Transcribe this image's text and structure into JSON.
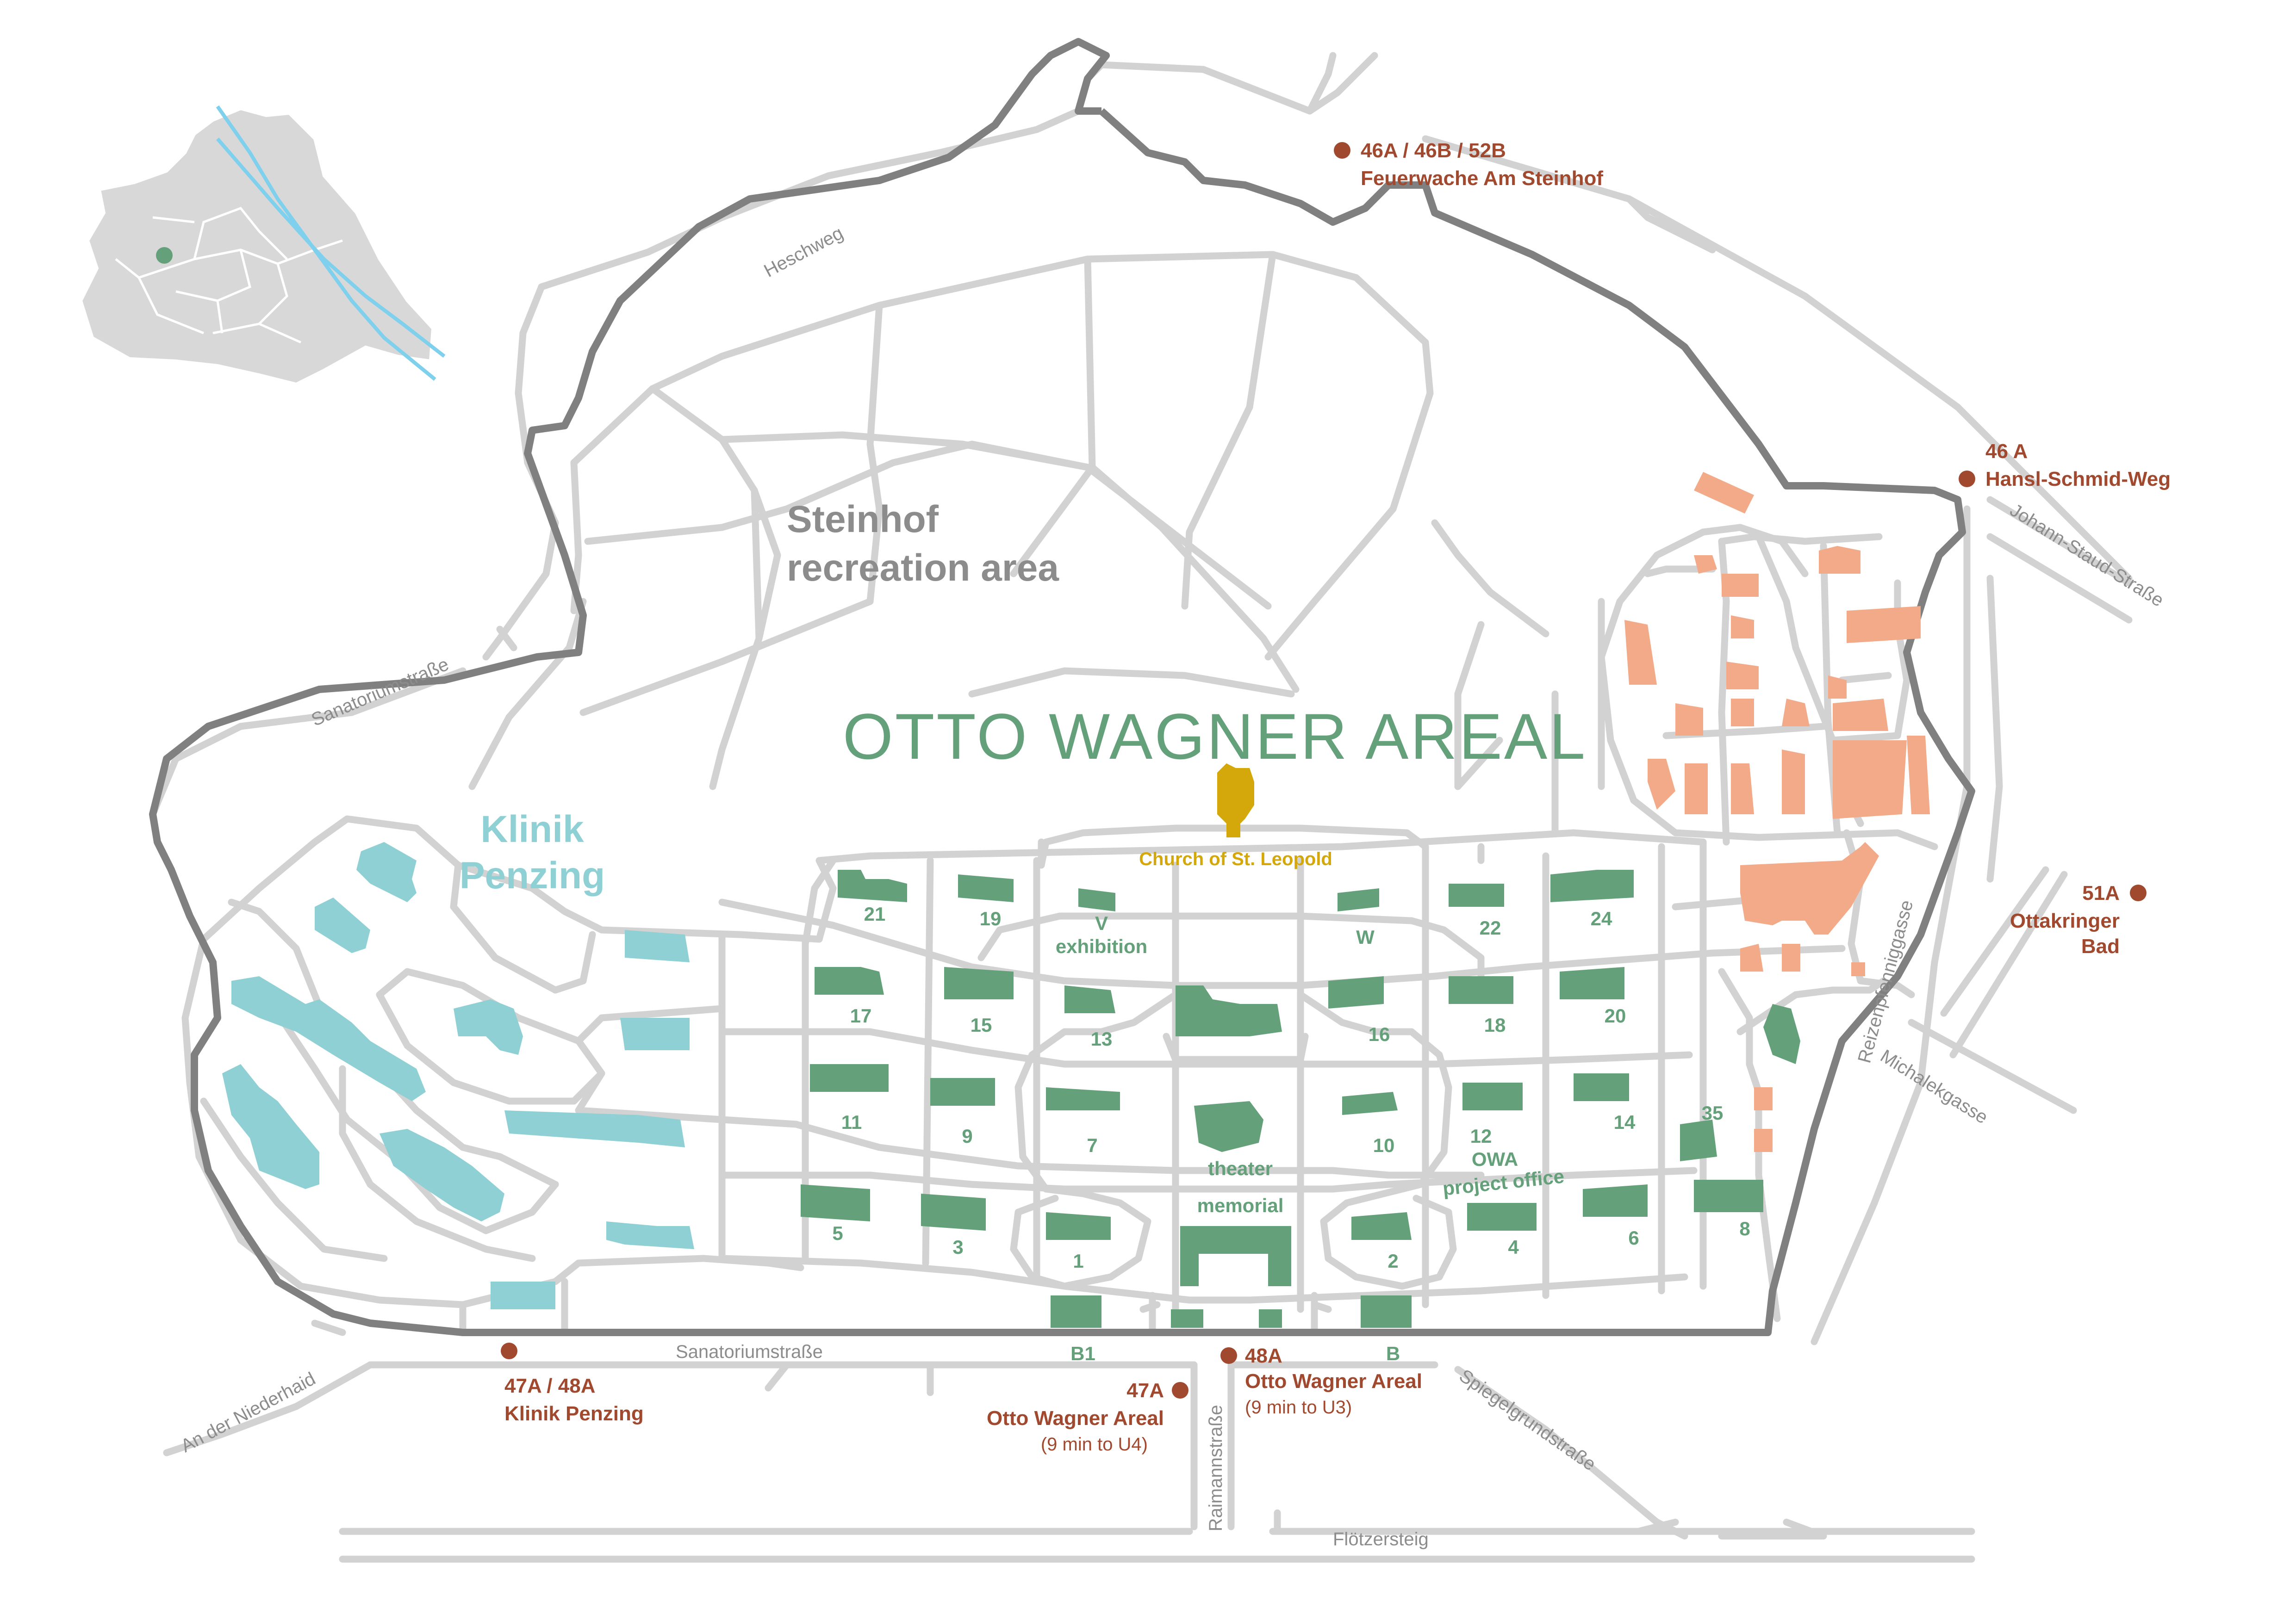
{
  "colors": {
    "pavilion": "#64a07a",
    "clinic": "#8ed0d3",
    "other_buildings": "#f2aa88",
    "church": "#d4a80a",
    "bus_stop": "#a0492f",
    "boundary": "#808080",
    "paths": "#d2d2d2",
    "labels": "#8c8c8c"
  },
  "titles": {
    "main": "OTTO WAGNER AREAL",
    "recreation_line1": "Steinhof",
    "recreation_line2": "recreation area",
    "clinic_line1": "Klinik",
    "clinic_line2": "Penzing",
    "church": "Church of St. Leopold"
  },
  "pavilions": {
    "p21": "21",
    "p19": "19",
    "pV": "V",
    "pExhibition": "exhibition",
    "pW": "W",
    "p22": "22",
    "p24": "24",
    "p17": "17",
    "p15": "15",
    "p13": "13",
    "p16": "16",
    "p18": "18",
    "p20": "20",
    "p11": "11",
    "p9": "9",
    "p7": "7",
    "p10": "10",
    "p12": "12",
    "p14": "14",
    "p35": "35",
    "theater": "theater",
    "memorial": "memorial",
    "owa1": "OWA",
    "owa2": "project office",
    "p5": "5",
    "p3": "3",
    "p1": "1",
    "p2": "2",
    "p4": "4",
    "p6": "6",
    "p8": "8",
    "b1": "B1",
    "b": "B"
  },
  "streets": {
    "heschweg": "Heschweg",
    "sanatorium_upper": "Sanatoriumstraße",
    "sanatorium_lower": "Sanatoriumstraße",
    "johann": "Johann-Staud-Straße",
    "reizen": "Reizenpfenniggasse",
    "michalek": "Michalekgasse",
    "spiegel": "Spiegelgrundstraße",
    "raimann": "Raimannstraße",
    "floetzer": "Flötzersteig",
    "niederhaid": "An der Niederhaid"
  },
  "bus_stops": {
    "top_lines": "46A / 46B / 52B",
    "top_name": "Feuerwache Am Steinhof",
    "ne_lines": "46 A",
    "ne_name": "Hansl-Schmid-Weg",
    "east_lines": "51A",
    "east_name1": "Ottakringer",
    "east_name2": "Bad",
    "sw_lines": "47A / 48A",
    "sw_name": "Klinik Penzing",
    "s1_lines": "47A",
    "s1_name": "Otto Wagner Areal",
    "s1_note": "(9 min to U4)",
    "s2_lines": "48A",
    "s2_name": "Otto Wagner Areal",
    "s2_note": "(9 min to U3)"
  }
}
